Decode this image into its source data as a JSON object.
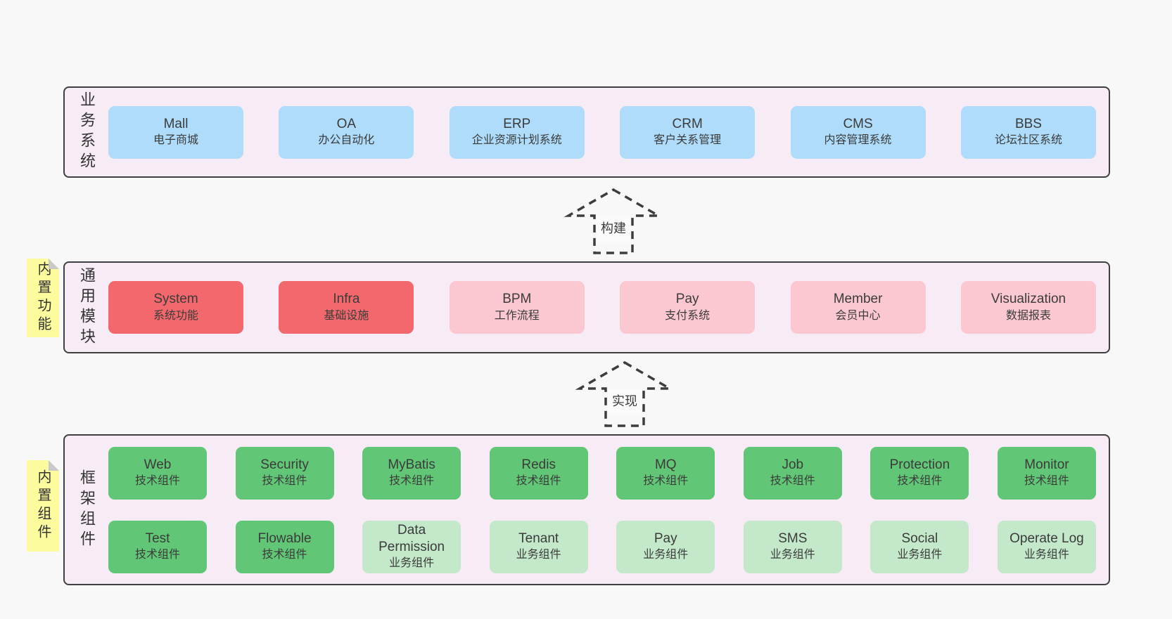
{
  "diagram_title": "",
  "palette": {
    "page_background": "#f8f8f8",
    "layer_background": "#f7ecf6",
    "layer_border": "#3f3f3f",
    "blue": "#aedcfa",
    "red": "#f2686c",
    "pink": "#fbc8d2",
    "green": "#62c677",
    "lightgreen": "#c4e9ca",
    "note_yellow": "#fcfc9f",
    "note_fold": "#c9c9c9",
    "arrow_stroke": "#3d3d3d"
  },
  "arrows": [
    {
      "label": "构建"
    },
    {
      "label": "实现"
    }
  ],
  "layers": [
    {
      "id": "business-systems",
      "label": "业务系统",
      "note": "",
      "rows": [
        [
          {
            "title": "Mall",
            "subtitle": "电子商城",
            "variant": "blue"
          },
          {
            "title": "OA",
            "subtitle": "办公自动化",
            "variant": "blue"
          },
          {
            "title": "ERP",
            "subtitle": "企业资源计划系统",
            "variant": "blue"
          },
          {
            "title": "CRM",
            "subtitle": "客户关系管理",
            "variant": "blue"
          },
          {
            "title": "CMS",
            "subtitle": "内容管理系统",
            "variant": "blue"
          },
          {
            "title": "BBS",
            "subtitle": "论坛社区系统",
            "variant": "blue"
          }
        ]
      ]
    },
    {
      "id": "common-modules",
      "label": "通用模块",
      "note": "内置功能",
      "rows": [
        [
          {
            "title": "System",
            "subtitle": "系统功能",
            "variant": "red"
          },
          {
            "title": "Infra",
            "subtitle": "基础设施",
            "variant": "red"
          },
          {
            "title": "BPM",
            "subtitle": "工作流程",
            "variant": "pink"
          },
          {
            "title": "Pay",
            "subtitle": "支付系统",
            "variant": "pink"
          },
          {
            "title": "Member",
            "subtitle": "会员中心",
            "variant": "pink"
          },
          {
            "title": "Visualization",
            "subtitle": "数据报表",
            "variant": "pink"
          }
        ]
      ]
    },
    {
      "id": "framework-components",
      "label": "框架组件",
      "note": "内置组件",
      "rows": [
        [
          {
            "title": "Web",
            "subtitle": "技术组件",
            "variant": "green"
          },
          {
            "title": "Security",
            "subtitle": "技术组件",
            "variant": "green"
          },
          {
            "title": "MyBatis",
            "subtitle": "技术组件",
            "variant": "green"
          },
          {
            "title": "Redis",
            "subtitle": "技术组件",
            "variant": "green"
          },
          {
            "title": "MQ",
            "subtitle": "技术组件",
            "variant": "green"
          },
          {
            "title": "Job",
            "subtitle": "技术组件",
            "variant": "green"
          },
          {
            "title": "Protection",
            "subtitle": "技术组件",
            "variant": "green"
          },
          {
            "title": "Monitor",
            "subtitle": "技术组件",
            "variant": "green"
          }
        ],
        [
          {
            "title": "Test",
            "subtitle": "技术组件",
            "variant": "green"
          },
          {
            "title": "Flowable",
            "subtitle": "技术组件",
            "variant": "green"
          },
          {
            "title": "Data Permission",
            "subtitle": "业务组件",
            "variant": "lightgreen"
          },
          {
            "title": "Tenant",
            "subtitle": "业务组件",
            "variant": "lightgreen"
          },
          {
            "title": "Pay",
            "subtitle": "业务组件",
            "variant": "lightgreen"
          },
          {
            "title": "SMS",
            "subtitle": "业务组件",
            "variant": "lightgreen"
          },
          {
            "title": "Social",
            "subtitle": "业务组件",
            "variant": "lightgreen"
          },
          {
            "title": "Operate Log",
            "subtitle": "业务组件",
            "variant": "lightgreen"
          }
        ]
      ]
    }
  ]
}
